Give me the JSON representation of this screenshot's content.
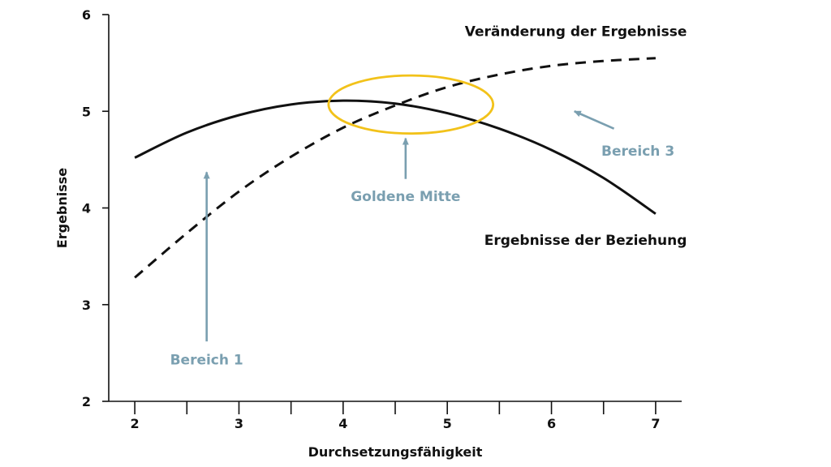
{
  "chart_data": {
    "type": "line",
    "title": "",
    "xlabel": "Durchsetzungsfähigkeit",
    "ylabel": "Ergebnisse",
    "xlim": [
      1.75,
      7.25
    ],
    "ylim": [
      2,
      6
    ],
    "x_ticks": [
      2,
      3,
      4,
      5,
      6,
      7
    ],
    "y_ticks": [
      2,
      3,
      4,
      5,
      6
    ],
    "grid": false,
    "series": [
      {
        "name": "Ergebnisse der Beziehung",
        "style": "solid",
        "color": "#111111",
        "x": [
          2.0,
          2.5,
          3.0,
          3.5,
          4.0,
          4.5,
          5.0,
          5.5,
          6.0,
          6.5,
          7.0
        ],
        "y": [
          4.52,
          4.78,
          4.96,
          5.07,
          5.11,
          5.08,
          4.98,
          4.82,
          4.6,
          4.31,
          3.94
        ]
      },
      {
        "name": "Veränderung der Ergebnisse",
        "style": "dashed",
        "color": "#111111",
        "x": [
          2.0,
          2.5,
          3.0,
          3.5,
          4.0,
          4.5,
          5.0,
          5.5,
          6.0,
          6.5,
          7.0
        ],
        "y": [
          3.28,
          3.74,
          4.17,
          4.53,
          4.83,
          5.06,
          5.25,
          5.38,
          5.47,
          5.52,
          5.55
        ]
      }
    ],
    "annotations": [
      {
        "id": "goldene-mitte",
        "text": "Goldene Mitte",
        "color": "#7a9fb0",
        "label_x": 4.6,
        "label_y": 4.12,
        "arrow_from": [
          4.6,
          4.3
        ],
        "arrow_to": [
          4.6,
          4.72
        ],
        "ellipse": {
          "cx": 4.65,
          "cy": 5.07,
          "rx": 0.79,
          "ry": 0.3,
          "color": "#f2c21a"
        }
      },
      {
        "id": "bereich-1",
        "text": "Bereich 1",
        "color": "#7a9fb0",
        "label_x": 2.69,
        "label_y": 2.43,
        "arrow_from": [
          2.69,
          2.62
        ],
        "arrow_to": [
          2.69,
          4.37
        ]
      },
      {
        "id": "bereich-3",
        "text": "Bereich 3",
        "color": "#7a9fb0",
        "label_x": 6.83,
        "label_y": 4.59,
        "arrow_from": [
          6.6,
          4.82
        ],
        "arrow_to": [
          6.22,
          5.0
        ]
      }
    ],
    "series_labels": [
      {
        "text": "Veränderung der Ergebnisse",
        "x": 7.3,
        "y": 5.83
      },
      {
        "text": "Ergebnisse der Beziehung",
        "x": 7.3,
        "y": 3.67
      }
    ]
  }
}
